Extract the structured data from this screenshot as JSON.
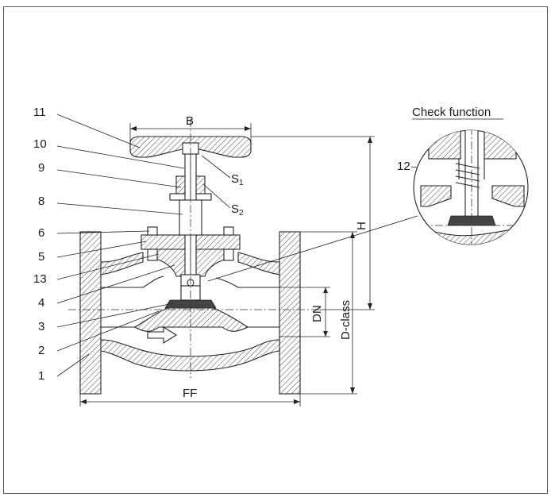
{
  "title": "Check function",
  "parts": {
    "p1": "1",
    "p2": "2",
    "p3": "3",
    "p4": "4",
    "p5": "5",
    "p6": "6",
    "p8": "8",
    "p9": "9",
    "p10": "10",
    "p11": "11",
    "p12": "12",
    "p13": "13"
  },
  "dimensions": {
    "b": "B",
    "h": "H",
    "dn": "DN",
    "dclass": "D-class",
    "ff": "FF"
  },
  "seals": {
    "s1_main": "S",
    "s1_sub": "1",
    "s2_main": "S",
    "s2_sub": "2"
  }
}
